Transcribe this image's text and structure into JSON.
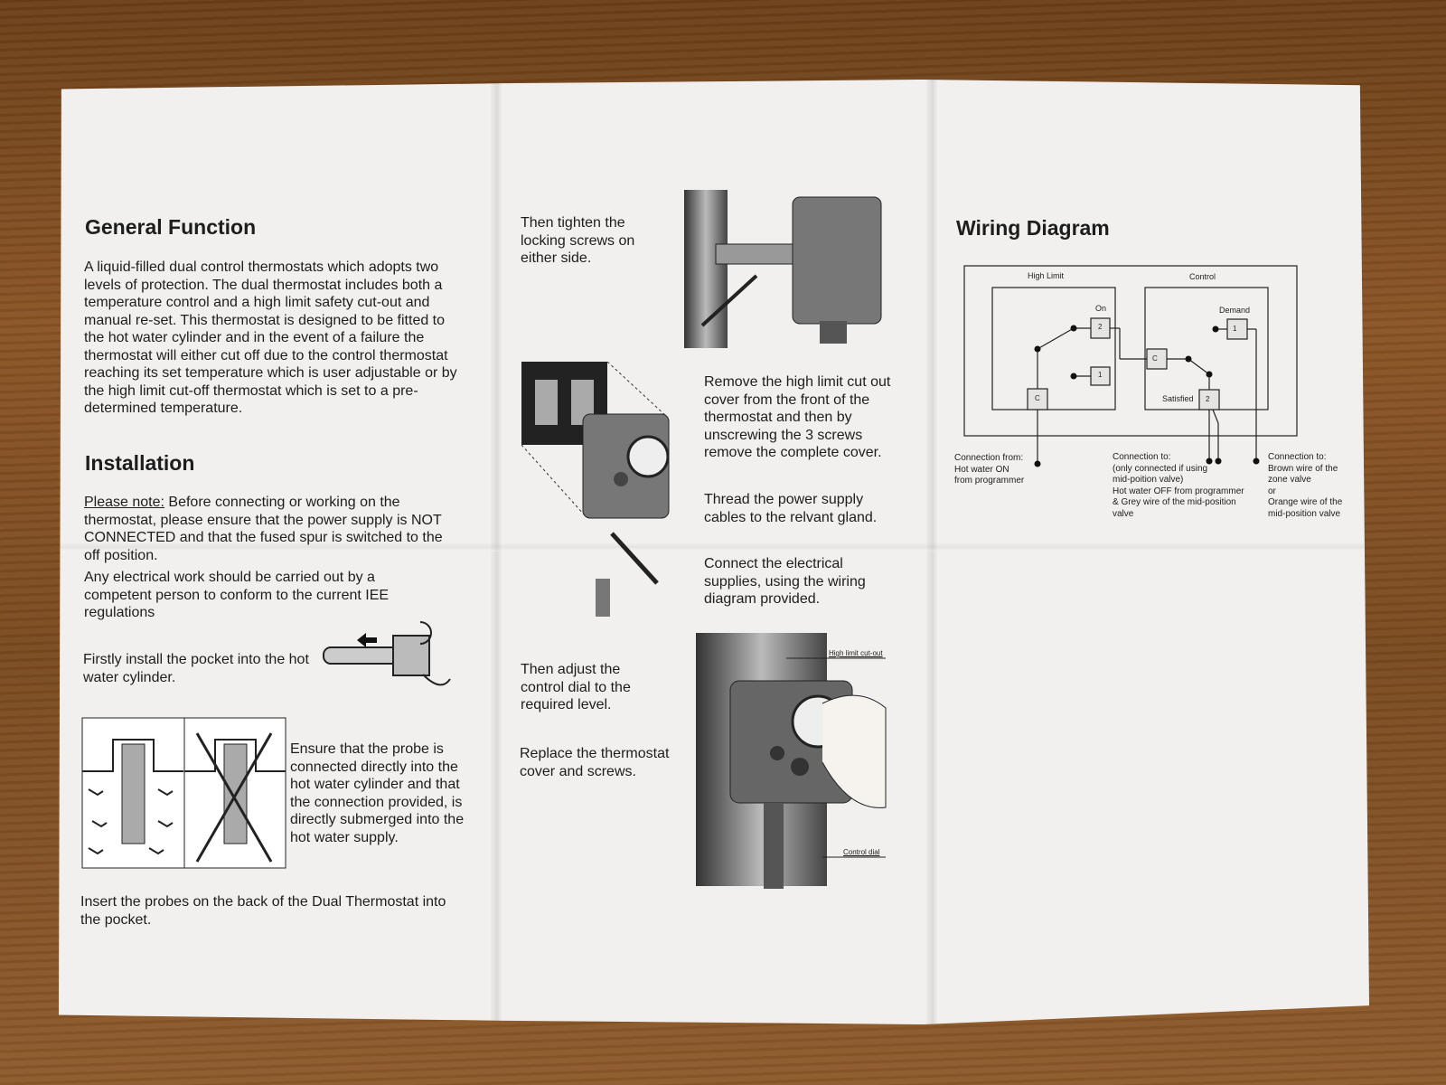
{
  "left_panel": {
    "general_function": {
      "heading": "General Function",
      "body": "A liquid-filled dual control thermostats which adopts two levels of protection. The dual thermostat includes both a temperature control and a high limit safety cut-out and manual re-set. This thermostat is designed to be fitted to the hot water cylinder and in the event of a failure the thermostat will either cut off due to the control thermostat reaching its set temperature which is user adjustable or by the high limit cut-off thermostat which is set to a pre-determined temperature."
    },
    "installation": {
      "heading": "Installation",
      "note_label": "Please note:",
      "note_text": " Before connecting or working on the thermostat, please ensure that the power supply is NOT CONNECTED and that the fused spur is switched to the off position.",
      "electrical": "Any electrical work should be carried out by a competent person to conform to the current IEE regulations",
      "step_pocket": "Firstly install the pocket into the hot water cylinder.",
      "step_probe": "Ensure that the probe is connected directly into the hot water cylinder and that the connection provided, is directly submerged into the hot water supply.",
      "step_insert": "Insert the probes on the back of the Dual Thermostat into the pocket."
    }
  },
  "middle_panel": {
    "tighten": "Then tighten the locking screws on either side.",
    "remove_cover": "Remove the high limit cut out cover from the front of the thermostat and then by unscrewing the 3 screws remove the complete cover.",
    "thread": "Thread the power supply cables to the relvant gland.",
    "connect": "Connect the electrical supplies, using the wiring diagram provided.",
    "adjust": "Then adjust the control dial to the required level.",
    "replace": "Replace the thermostat cover and screws.",
    "label_high_limit": "High limit cut-out",
    "label_control_dial": "Control dial"
  },
  "right_panel": {
    "heading": "Wiring Diagram",
    "high_limit": "High Limit",
    "control": "Control",
    "on": "On",
    "demand": "Demand",
    "satisfied": "Satisfied",
    "term_2": "2",
    "term_1": "1",
    "term_c": "C",
    "conn_from": [
      "Connection from:",
      "Hot water ON",
      "from programmer"
    ],
    "conn_mid": [
      "Connection to:",
      "(only connected if using",
      "mid-poition valve)",
      "Hot water OFF from programmer",
      "& Grey wire of the mid-position",
      "valve"
    ],
    "conn_zone": [
      "Connection to:",
      "Brown wire of the",
      "zone valve",
      "or",
      "Orange wire of the",
      "mid-position valve"
    ]
  }
}
